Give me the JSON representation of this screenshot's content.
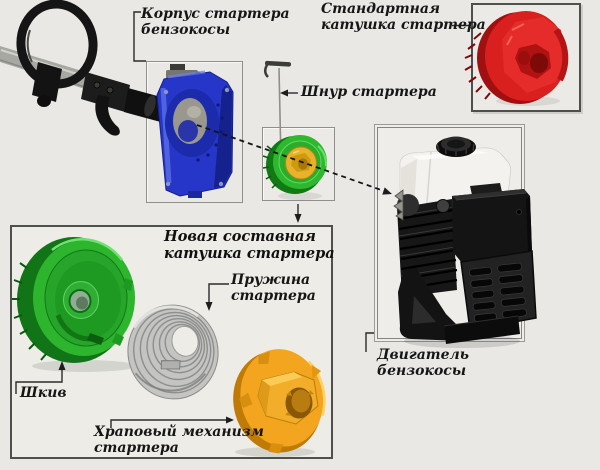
{
  "diagram": {
    "labels": {
      "housing": "Корпус стартера\nбензокосы",
      "standard_coil": "Стандартная\nкатушка стартера",
      "cord": "Шнур стартера",
      "new_coil": "Новая составная\nкатушка стартера",
      "spring": "Пружина\nстартера",
      "pulley": "Шкив",
      "ratchet": "Храповый механизм\nстартера",
      "engine": "Двигатель\nбензокосы"
    },
    "colors": {
      "background": "#e9e8e4",
      "housing_blue": "#2636c8",
      "standard_coil_red": "#da1f1f",
      "coil_ring_green": "#2eb82e",
      "coil_center_yellow": "#e7b22c",
      "pulley_green": "#2eb52e",
      "spring_gray": "#c4c4c2",
      "ratchet_orange": "#f3a51f",
      "engine_black": "#171717",
      "tank_white": "#f3f2ee",
      "line_color": "#2b2b2b"
    }
  }
}
